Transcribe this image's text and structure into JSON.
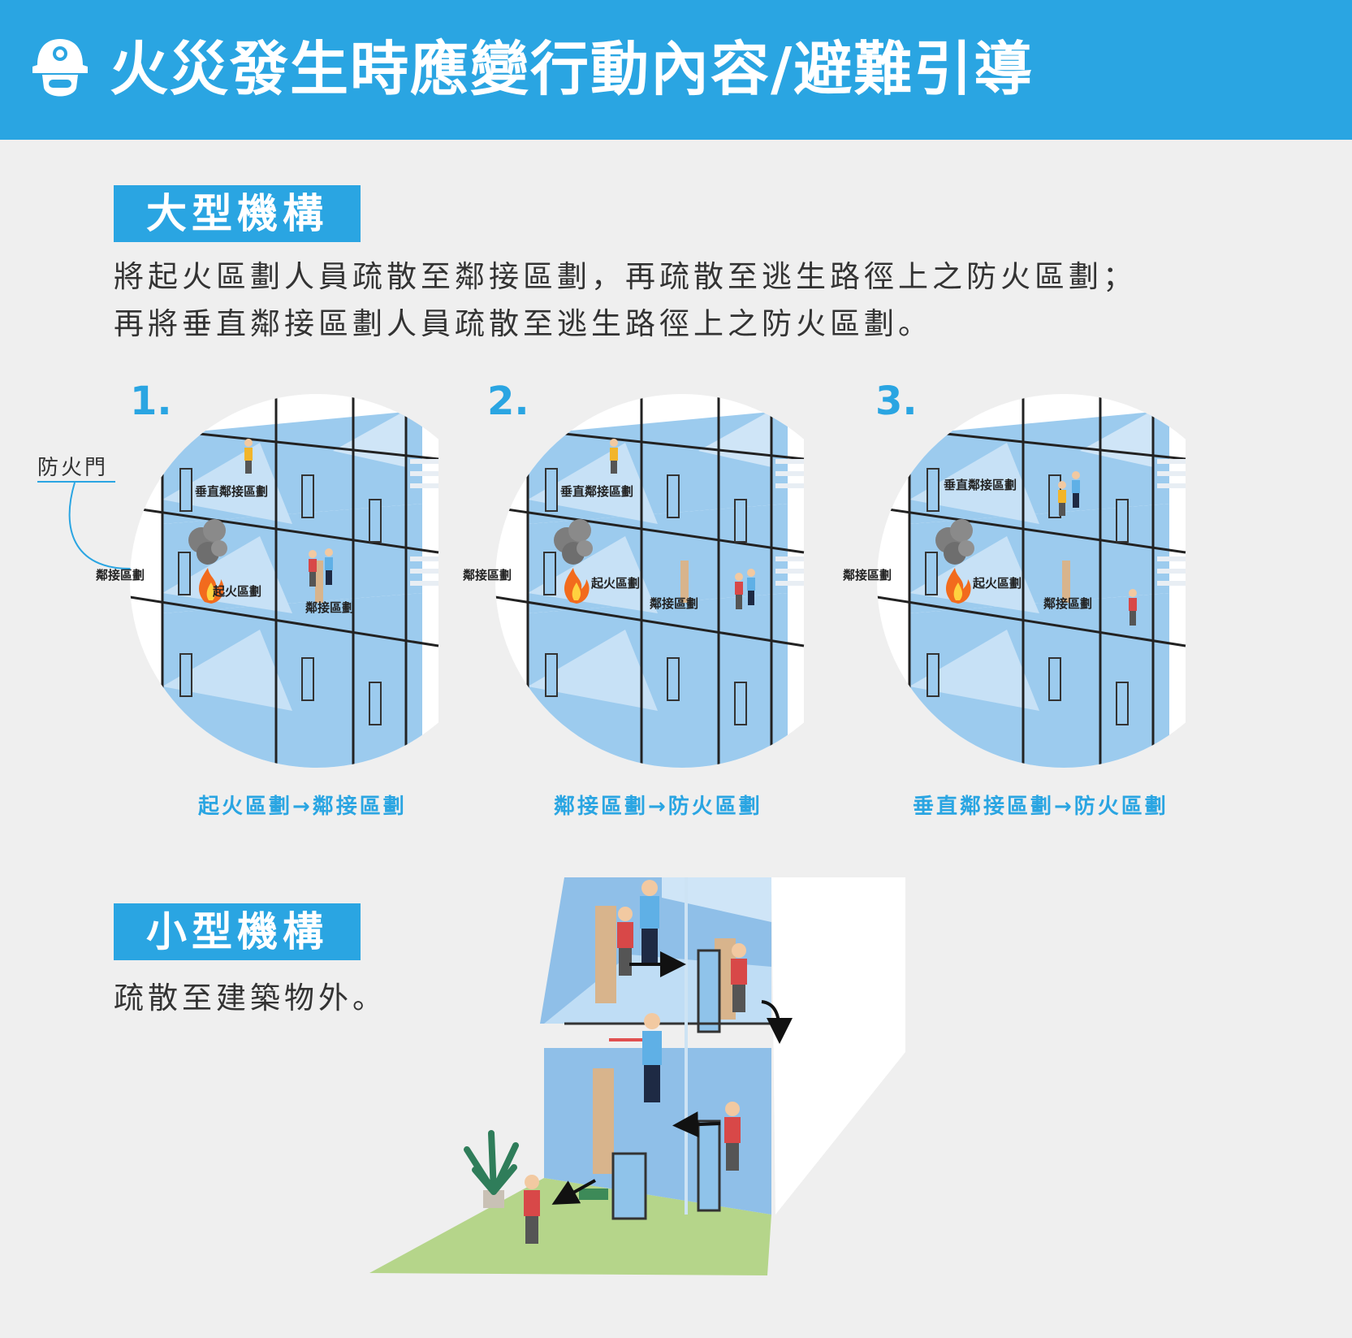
{
  "header": {
    "title": "火災發生時應變行動內容/避難引導",
    "icon": "firefighter-helmet-icon"
  },
  "large": {
    "tag": "大型機構",
    "desc_line1": "將起火區劃人員疏散至鄰接區劃，再疏散至逃生路徑上之防火區劃；",
    "desc_line2": "再將垂直鄰接區劃人員疏散至逃生路徑上之防火區劃。",
    "fire_door_label": "防火門",
    "steps": [
      {
        "number": "1.",
        "caption": "起火區劃→鄰接區劃",
        "label_vertical": "垂直鄰接區劃",
        "label_fire": "起火區劃",
        "label_adjacent_right": "鄰接區劃",
        "label_adjacent_left": "鄰接區劃"
      },
      {
        "number": "2.",
        "caption": "鄰接區劃→防火區劃",
        "label_vertical": "垂直鄰接區劃",
        "label_fire": "起火區劃",
        "label_adjacent_right": "鄰接區劃",
        "label_adjacent_left": "鄰接區劃"
      },
      {
        "number": "3.",
        "caption": "垂直鄰接區劃→防火區劃",
        "label_vertical": "垂直鄰接區劃",
        "label_fire": "起火區劃",
        "label_adjacent_right": "鄰接區劃",
        "label_adjacent_left": "鄰接區劃"
      }
    ]
  },
  "small": {
    "tag": "小型機構",
    "desc": "疏散至建築物外。"
  },
  "colors": {
    "brand_blue": "#2aa5e2",
    "room_blue": "#8fc3ea",
    "grass": "#b5d58a",
    "door": "#d8b48c"
  }
}
